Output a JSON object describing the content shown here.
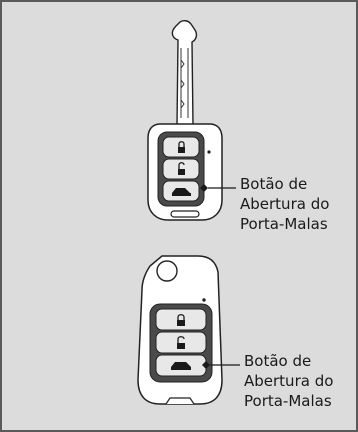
{
  "callouts": {
    "top": {
      "line1": "Botão de",
      "line2": "Abertura do",
      "line3": "Porta-Malas"
    },
    "bottom": {
      "line1": "Botão de",
      "line2": "Abertura do",
      "line3": "Porta-Malas"
    }
  },
  "colors": {
    "background": "#dcdcdc",
    "border": "#5a5a5a",
    "key_body": "#ffffff",
    "button_panel": "#4a4a4a",
    "button_face": "#dcdcdc",
    "icon": "#1a1a1a"
  },
  "icons": [
    "lock-icon",
    "unlock-icon",
    "trunk-icon",
    "lock-icon",
    "unlock-icon",
    "trunk-icon"
  ]
}
